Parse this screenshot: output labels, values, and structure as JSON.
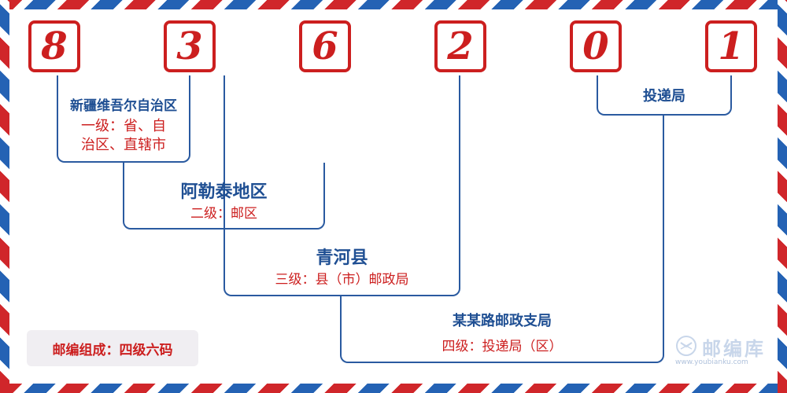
{
  "code": {
    "digits": [
      "8",
      "3",
      "6",
      "2",
      "0",
      "1"
    ]
  },
  "levels": {
    "level1": {
      "name": "新疆维吾尔自治区",
      "desc_line1": "一级：省、自",
      "desc_line2": "治区、直辖市"
    },
    "level2": {
      "name": "阿勒泰地区",
      "desc": "二级：邮区"
    },
    "level3": {
      "name": "青河县",
      "desc": "三级：县（市）邮政局"
    },
    "level4": {
      "name": "某某路邮政支局",
      "desc": "四级：投递局（区）"
    },
    "delivery": {
      "name": "投递局"
    }
  },
  "summary": {
    "label": "邮编组成：四级六码"
  },
  "logo": {
    "name": "邮编库",
    "url": "www.youbianku.com",
    "icon": "mail-icon"
  },
  "colors": {
    "red": "#cc1f1f",
    "blue": "#1f4f93",
    "line": "#2a5aa0"
  }
}
